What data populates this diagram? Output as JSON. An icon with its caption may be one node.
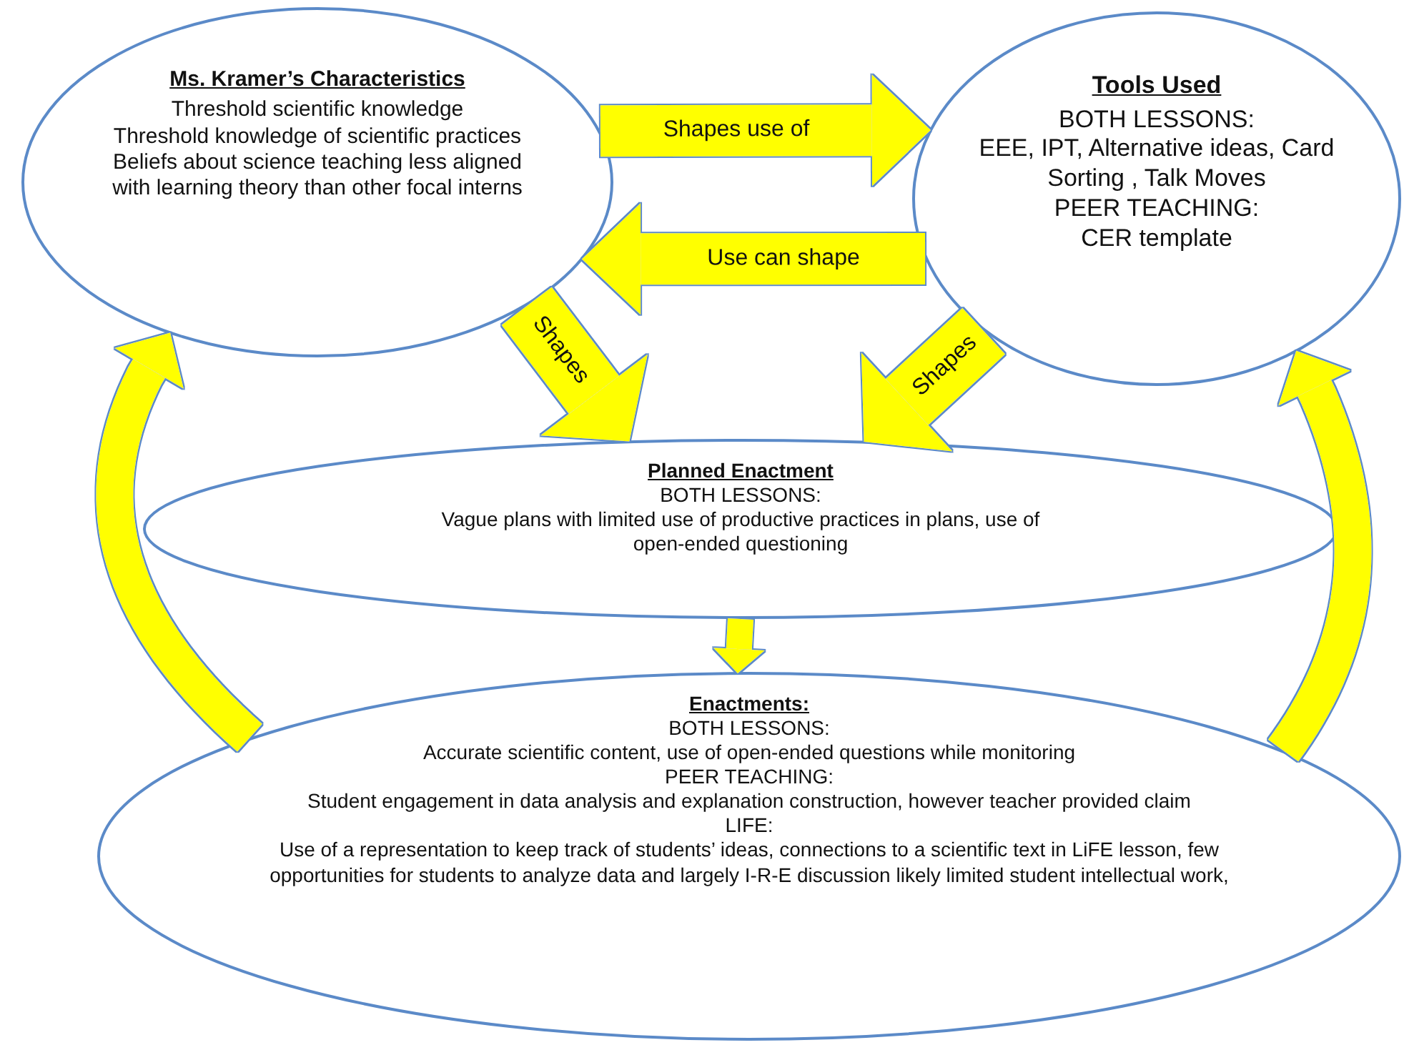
{
  "diagram": {
    "nodes": [
      {
        "text": [
          "Ms. Kramer’s Characteristics",
          "Threshold scientific knowledge",
          "Threshold knowledge of scientific practices",
          "Beliefs about science teaching less aligned with learning theory than other focal interns"
        ]
      },
      {
        "text": [
          "Tools Used",
          "BOTH LESSONS:",
          "EEE, IPT, Alternative ideas, Card Sorting , Talk Moves",
          "PEER TEACHING:",
          "CER template"
        ]
      },
      {
        "text": [
          "Planned Enactment",
          "BOTH LESSONS:",
          "Vague plans with limited use of productive practices in plans, use of open-ended questioning"
        ]
      },
      {
        "text": [
          "Enactments:",
          "BOTH LESSONS:",
          "Accurate scientific content, use of open-ended questions while monitoring",
          "PEER TEACHING:",
          "Student engagement in data analysis and explanation construction, however teacher provided claim",
          "LIFE:",
          "Use of a representation to keep track of students’ ideas, connections to a scientific text in LiFE lesson, few opportunities for students to analyze data and largely I-R-E discussion likely limited student intellectual work,"
        ]
      }
    ],
    "edges": [
      {
        "from": 0,
        "to": 1,
        "arrow": "to",
        "label": "Shapes use of"
      },
      {
        "from": 1,
        "to": 0,
        "arrow": "to",
        "label": "Use can shape"
      },
      {
        "from": 0,
        "to": 2,
        "arrow": "to",
        "label": "Shapes"
      },
      {
        "from": 1,
        "to": 2,
        "arrow": "to",
        "label": "Shapes"
      },
      {
        "from": 2,
        "to": 3,
        "arrow": "to"
      },
      {
        "from": 3,
        "to": 0,
        "arrow": "to"
      },
      {
        "from": 3,
        "to": 1,
        "arrow": "to"
      }
    ]
  }
}
